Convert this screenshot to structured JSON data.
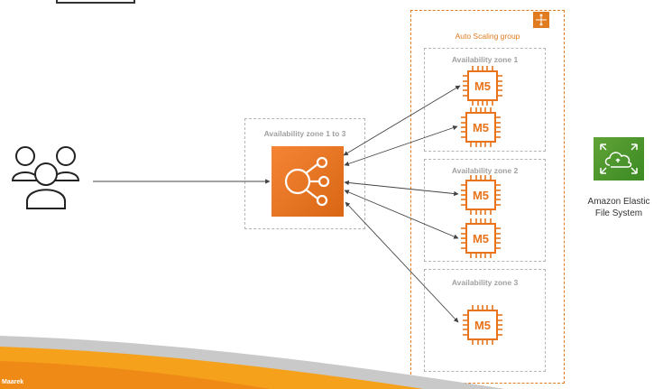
{
  "auto_scaling_group": {
    "label": "Auto Scaling group",
    "icon": "auto-scaling-icon"
  },
  "load_balancer": {
    "zone_label": "Availability zone 1 to 3",
    "icon": "elastic-load-balancer-icon"
  },
  "zones": [
    {
      "label": "Availability zone 1"
    },
    {
      "label": "Availability zone 2"
    },
    {
      "label": "Availability zone 3"
    }
  ],
  "instances": [
    {
      "label": "M5"
    },
    {
      "label": "M5"
    },
    {
      "label": "M5"
    },
    {
      "label": "M5"
    },
    {
      "label": "M5"
    }
  ],
  "users": {
    "icon": "users-icon"
  },
  "efs": {
    "line1": "Amazon Elastic",
    "line2": "File System",
    "icon": "efs-icon"
  },
  "footer": {
    "author": "Maarek"
  },
  "colors": {
    "orange": "#e07b1f",
    "efs_green": "#4a9a2b",
    "chip_orange": "#e8731a"
  }
}
